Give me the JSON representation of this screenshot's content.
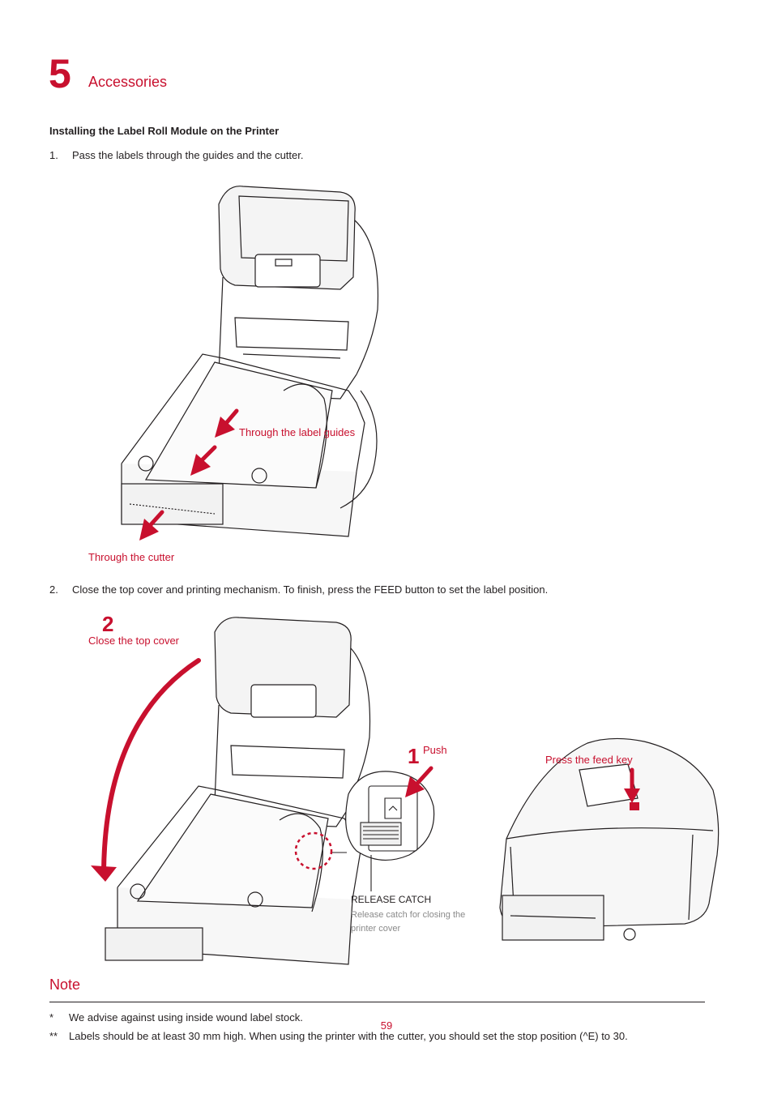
{
  "chapter": {
    "number": "5",
    "title": "Accessories"
  },
  "section_title": "Installing the Label Roll Module on the Printer",
  "steps": [
    {
      "num": "1.",
      "text": "Pass the labels through the guides and the cutter."
    },
    {
      "num": "2.",
      "text": "Close the top cover and printing mechanism. To finish, press the FEED button to set the label position."
    }
  ],
  "figure1": {
    "label_guides": "Through the label guides",
    "label_cutter": "Through the cutter"
  },
  "figure2": {
    "step_close": "2",
    "label_close": "Close the top cover",
    "step_push": "1",
    "label_push": "Push",
    "label_feed": "Press the feed key",
    "release_title": "RELEASE CATCH",
    "release_desc": "Release catch for closing the printer cover"
  },
  "note": {
    "title": "Note",
    "items": [
      {
        "mark": "*",
        "text": "We advise against using inside wound label stock."
      },
      {
        "mark": "**",
        "text": "Labels should be at least 30 mm high. When using the printer with the cutter, you should set the stop position (^E) to 30."
      }
    ]
  },
  "page_number": "59",
  "colors": {
    "accent": "#c8102e",
    "text": "#231f20",
    "muted": "#8a8a8a"
  }
}
